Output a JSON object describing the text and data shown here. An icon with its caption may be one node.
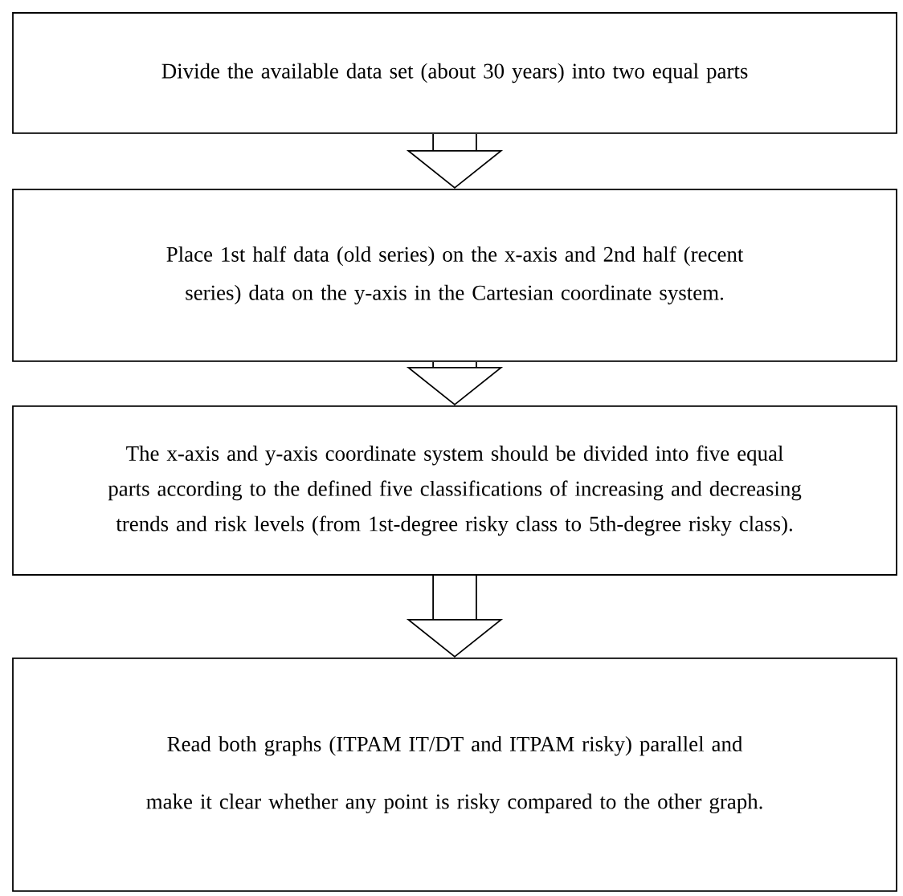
{
  "diagram": {
    "nodes": [
      {
        "text": [
          "Divide the available data set (about 30 years) into two equal parts"
        ]
      },
      {
        "text": [
          "Place 1st half data (old series) on the x-axis and 2nd half (recent series) data on the y-axis in the Cartesian coordinate system."
        ]
      },
      {
        "text": [
          "The x-axis and y-axis coordinate system should be divided into five equal parts according to the defined five classifications of increasing and decreasing trends and risk levels (from 1st-degree risky class to 5th-degree risky class)."
        ]
      },
      {
        "text": [
          "Read both graphs (ITPAM IT/DT and ITPAM risky) parallel and make it clear whether any point is risky compared to the other graph."
        ]
      }
    ],
    "edges": [
      {
        "from": 0,
        "to": 1,
        "arrow": "to"
      },
      {
        "from": 1,
        "to": 2,
        "arrow": "to"
      },
      {
        "from": 2,
        "to": 3,
        "arrow": "to"
      }
    ]
  }
}
